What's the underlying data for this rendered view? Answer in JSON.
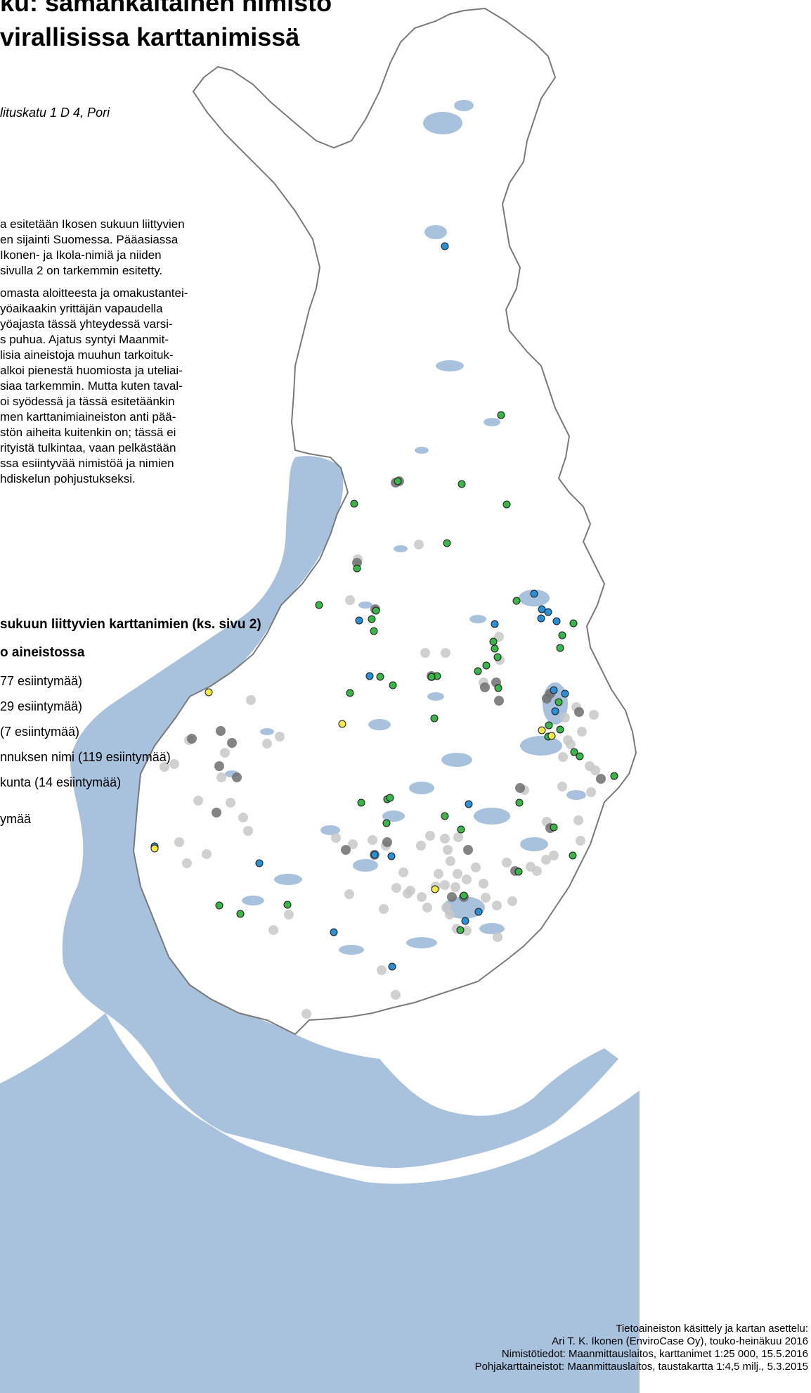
{
  "title_lines": [
    "ku: samankaltainen nimistö",
    "virallisissa karttanimissä"
  ],
  "address": "lituskatu 1 D 4, Pori",
  "intro_paragraph_1": [
    "a esitetään Ikosen sukuun liittyvien",
    "en sijainti Suomessa. Pääasiassa",
    "Ikonen- ja Ikola-nimiä ja niiden",
    "sivulla 2 on tarkemmin esitetty."
  ],
  "intro_paragraph_2": [
    "omasta aloitteesta ja omakustantei-",
    "yöaikaakin yrittäjän vapaudella",
    "yöajasta tässä yhteydessä varsi-",
    "s puhua. Ajatus syntyi Maanmit-",
    "lisia aineistoja muuhun tarkoituk-",
    "alkoi pienestä huomiosta ja uteliai-",
    "siaa tarkemmin. Mutta kuten taval-",
    "oi syödessä ja tässä esitetäänkin",
    "men karttanimiaineiston anti pää-",
    "stön aiheita kuitenkin on; tässä ei",
    "rityistä tulkintaa, vaan pelkästään",
    "ssa esiintyvää nimistöä ja nimien",
    "hdiskelun pohjustukseksi."
  ],
  "legend": {
    "title_lines": [
      "sukuun liittyvien karttanimien (ks. sivu 2)",
      "o aineistossa"
    ],
    "items": [
      "77 esiintymää)",
      "29 esiintymää)",
      "(7 esiintymää)",
      "nnuksen nimi (119 esiintymää)",
      "kunta (14 esiintymää)",
      "ymää"
    ]
  },
  "credits": [
    "Tietoaineiston käsittely ja kartan asettelu:",
    "Ari T. K. Ikonen (EnviroCase Oy), touko-heinäkuu 2016",
    "Nimistötiedot: Maanmittauslaitos, karttanimet 1:25 000, 15.5.2016",
    "Pohjakarttaineistot: Maanmittauslaitos, taustakartta 1:4,5 milj., 5.3.2015"
  ],
  "colors": {
    "sea": "#a8c2de",
    "land": "#ffffff",
    "border": "#7a7a7a",
    "green": "#3ab54a",
    "blue": "#2b8fd6",
    "yellow": "#f2e94e",
    "gray_light": "#c8c8c8",
    "gray_dark": "#6e6e6e"
  },
  "map_points": {
    "green": [
      [
        713,
        590
      ],
      [
        566,
        684
      ],
      [
        657,
        688
      ],
      [
        504,
        716
      ],
      [
        721,
        717
      ],
      [
        636,
        772
      ],
      [
        508,
        808
      ],
      [
        454,
        860
      ],
      [
        735,
        854
      ],
      [
        529,
        880
      ],
      [
        535,
        868
      ],
      [
        532,
        897
      ],
      [
        816,
        886
      ],
      [
        800,
        903
      ],
      [
        702,
        912
      ],
      [
        704,
        922
      ],
      [
        708,
        934
      ],
      [
        797,
        921
      ],
      [
        692,
        946
      ],
      [
        680,
        954
      ],
      [
        541,
        962
      ],
      [
        622,
        961
      ],
      [
        614,
        962
      ],
      [
        559,
        974
      ],
      [
        498,
        985
      ],
      [
        709,
        978
      ],
      [
        795,
        998
      ],
      [
        618,
        1021
      ],
      [
        781,
        1031
      ],
      [
        817,
        1069
      ],
      [
        825,
        1075
      ],
      [
        797,
        1037
      ],
      [
        780,
        1047
      ],
      [
        874,
        1103
      ],
      [
        739,
        1141
      ],
      [
        514,
        1141
      ],
      [
        551,
        1136
      ],
      [
        555,
        1134
      ],
      [
        550,
        1170
      ],
      [
        633,
        1160
      ],
      [
        788,
        1176
      ],
      [
        656,
        1179
      ],
      [
        815,
        1216
      ],
      [
        738,
        1239
      ],
      [
        312,
        1287
      ],
      [
        409,
        1286
      ],
      [
        342,
        1299
      ],
      [
        660,
        1273
      ],
      [
        655,
        1322
      ]
    ],
    "blue": [
      [
        633,
        350
      ],
      [
        760,
        844
      ],
      [
        771,
        866
      ],
      [
        780,
        870
      ],
      [
        770,
        879
      ],
      [
        792,
        883
      ],
      [
        704,
        887
      ],
      [
        511,
        882
      ],
      [
        526,
        961
      ],
      [
        788,
        981
      ],
      [
        804,
        986
      ],
      [
        790,
        1011
      ],
      [
        667,
        1143
      ],
      [
        220,
        1203
      ],
      [
        369,
        1227
      ],
      [
        557,
        1217
      ],
      [
        533,
        1215
      ],
      [
        662,
        1309
      ],
      [
        681,
        1296
      ],
      [
        475,
        1325
      ],
      [
        558,
        1374
      ]
    ],
    "yellow": [
      [
        297,
        984
      ],
      [
        487,
        1029
      ],
      [
        771,
        1038
      ],
      [
        785,
        1046
      ],
      [
        619,
        1264
      ],
      [
        220,
        1206
      ]
    ],
    "gray_dark": [
      [
        563,
        686
      ],
      [
        568,
        684
      ],
      [
        508,
        800
      ],
      [
        534,
        866
      ],
      [
        690,
        977
      ],
      [
        614,
        961
      ],
      [
        706,
        970
      ],
      [
        710,
        996
      ],
      [
        778,
        993
      ],
      [
        783,
        986
      ],
      [
        824,
        1012
      ],
      [
        314,
        1039
      ],
      [
        330,
        1056
      ],
      [
        273,
        1050
      ],
      [
        312,
        1089
      ],
      [
        337,
        1105
      ],
      [
        740,
        1120
      ],
      [
        855,
        1107
      ],
      [
        308,
        1155
      ],
      [
        551,
        1197
      ],
      [
        492,
        1208
      ],
      [
        666,
        1208
      ],
      [
        533,
        1215
      ],
      [
        783,
        1177
      ],
      [
        733,
        1238
      ],
      [
        643,
        1275
      ],
      [
        660,
        1275
      ]
    ],
    "gray_light": [
      [
        509,
        795
      ],
      [
        498,
        853
      ],
      [
        596,
        774
      ],
      [
        605,
        928
      ],
      [
        634,
        928
      ],
      [
        688,
        970
      ],
      [
        710,
        905
      ],
      [
        711,
        938
      ],
      [
        820,
        1005
      ],
      [
        845,
        1016
      ],
      [
        804,
        1020
      ],
      [
        808,
        1052
      ],
      [
        812,
        1058
      ],
      [
        828,
        1040
      ],
      [
        801,
        1076
      ],
      [
        839,
        1089
      ],
      [
        847,
        1095
      ],
      [
        800,
        1118
      ],
      [
        841,
        1126
      ],
      [
        357,
        995
      ],
      [
        380,
        1057
      ],
      [
        398,
        1047
      ],
      [
        269,
        1052
      ],
      [
        320,
        1070
      ],
      [
        234,
        1090
      ],
      [
        248,
        1086
      ],
      [
        315,
        1105
      ],
      [
        282,
        1138
      ],
      [
        328,
        1141
      ],
      [
        346,
        1162
      ],
      [
        353,
        1181
      ],
      [
        294,
        1214
      ],
      [
        255,
        1197
      ],
      [
        266,
        1227
      ],
      [
        478,
        1191
      ],
      [
        502,
        1200
      ],
      [
        530,
        1194
      ],
      [
        549,
        1202
      ],
      [
        599,
        1202
      ],
      [
        612,
        1188
      ],
      [
        633,
        1192
      ],
      [
        637,
        1208
      ],
      [
        641,
        1224
      ],
      [
        624,
        1242
      ],
      [
        677,
        1233
      ],
      [
        652,
        1190
      ],
      [
        721,
        1226
      ],
      [
        755,
        1232
      ],
      [
        764,
        1238
      ],
      [
        823,
        1166
      ],
      [
        746,
        1123
      ],
      [
        788,
        1216
      ],
      [
        777,
        1222
      ],
      [
        826,
        1195
      ],
      [
        778,
        1168
      ],
      [
        574,
        1240
      ],
      [
        580,
        1270
      ],
      [
        600,
        1275
      ],
      [
        620,
        1260
      ],
      [
        633,
        1258
      ],
      [
        648,
        1261
      ],
      [
        651,
        1242
      ],
      [
        664,
        1250
      ],
      [
        688,
        1256
      ],
      [
        691,
        1276
      ],
      [
        635,
        1290
      ],
      [
        543,
        1379
      ],
      [
        563,
        1414
      ],
      [
        436,
        1441
      ],
      [
        389,
        1322
      ],
      [
        411,
        1300
      ],
      [
        497,
        1271
      ],
      [
        546,
        1292
      ],
      [
        564,
        1262
      ],
      [
        584,
        1266
      ],
      [
        608,
        1290
      ],
      [
        640,
        1300
      ],
      [
        650,
        1320
      ],
      [
        664,
        1323
      ],
      [
        707,
        1287
      ],
      [
        729,
        1281
      ],
      [
        708,
        1332
      ]
    ]
  }
}
